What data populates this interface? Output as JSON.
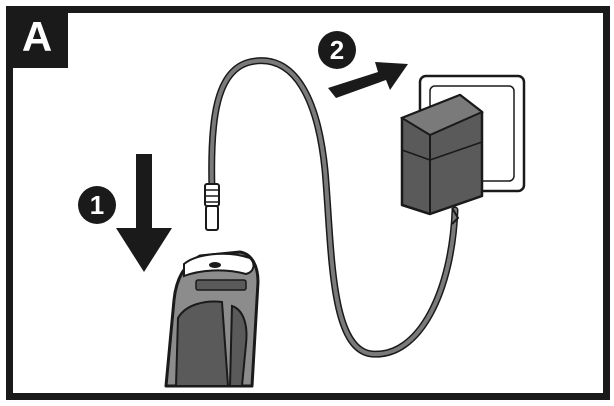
{
  "panel": {
    "label": "A"
  },
  "steps": [
    {
      "number": "1",
      "action": "insert-connector-into-tool"
    },
    {
      "number": "2",
      "action": "plug-charger-into-wall-socket"
    }
  ],
  "icons": {
    "tool": "cordless-tool-icon",
    "connector": "charging-plug-icon",
    "charger": "wall-charger-icon",
    "socket": "wall-socket-icon"
  },
  "colors": {
    "ink": "#1a1a1a",
    "cable": "#7a7a7a",
    "charger": "#5a5a5a",
    "tool": "#8c8c8c"
  }
}
